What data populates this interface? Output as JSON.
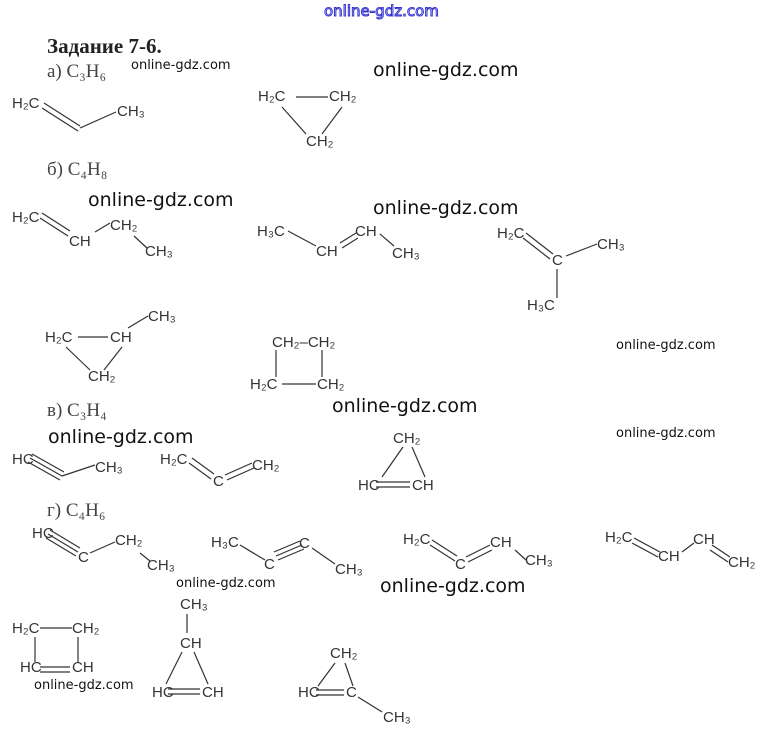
{
  "title": "Задание 7-6.",
  "watermark": "online-gdz.com",
  "sections": [
    {
      "label": "а)  C₃H₆"
    },
    {
      "label": "б)  C₄H₈"
    },
    {
      "label": "в)  C₃H₄"
    },
    {
      "label": "г)  C₄H₆"
    }
  ],
  "atoms": {
    "H2C": "H₂C",
    "CH2": "CH₂",
    "CH3": "CH₃",
    "H3C": "H₃C",
    "CH": "CH",
    "HC": "HC",
    "C": "C",
    "CH2CH2": "CH₂–CH₂"
  }
}
